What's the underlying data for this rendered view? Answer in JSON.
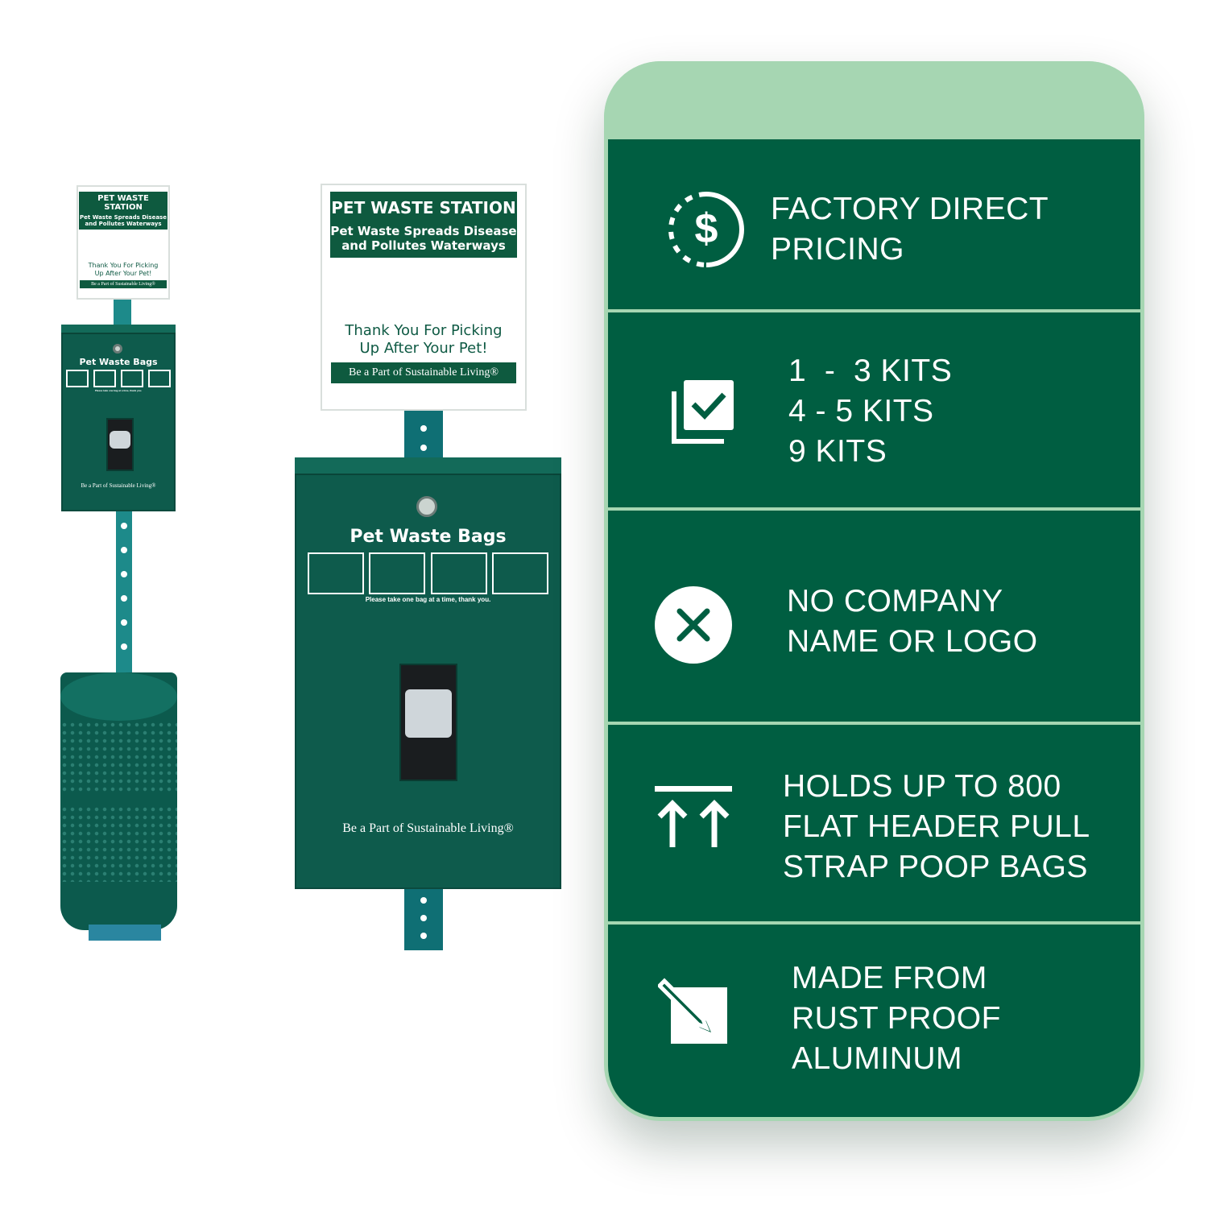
{
  "product": {
    "small_sign": {
      "title": "PET WASTE STATION",
      "subtitle_line1": "Pet Waste Spreads Disease",
      "subtitle_line2": "and Pollutes Waterways",
      "thanks_line1": "Thank You For Picking",
      "thanks_line2": "Up After Your Pet!",
      "footer": "Be a Part of Sustainable Living®"
    },
    "small_box": {
      "title": "Pet Waste Bags",
      "note": "Please take one bag at a time, thank you.",
      "motto": "Be a Part of Sustainable Living®"
    },
    "large_sign": {
      "title": "PET WASTE STATION",
      "subtitle_line1": "Pet Waste Spreads Disease",
      "subtitle_line2": "and Pollutes Waterways",
      "thanks_line1": "Thank You For Picking",
      "thanks_line2": "Up After Your Pet!",
      "footer": "Be a Part of Sustainable Living®"
    },
    "large_box": {
      "title": "Pet Waste Bags",
      "note": "Please take one bag at a time, thank you.",
      "motto": "Be a Part of Sustainable Living®"
    }
  },
  "features": [
    {
      "icon": "dollar-circle-icon",
      "lines": [
        "FACTORY DIRECT",
        "PRICING"
      ]
    },
    {
      "icon": "checkbox-stack-icon",
      "lines": [
        "1  -  3 KITS",
        "4 - 5 KITS",
        "9 KITS"
      ]
    },
    {
      "icon": "close-circle-icon",
      "lines": [
        "NO COMPANY",
        "NAME OR LOGO"
      ]
    },
    {
      "icon": "arrows-up-bar-icon",
      "lines": [
        "HOLDS UP TO 800",
        "FLAT HEADER PULL",
        "STRAP POOP BAGS"
      ]
    },
    {
      "icon": "edit-square-icon",
      "lines": [
        "MADE FROM",
        "RUST PROOF",
        "ALUMINUM"
      ]
    }
  ],
  "colors": {
    "card_green": "#005e41",
    "card_border": "#a6d6b2",
    "text": "#ffffff"
  }
}
